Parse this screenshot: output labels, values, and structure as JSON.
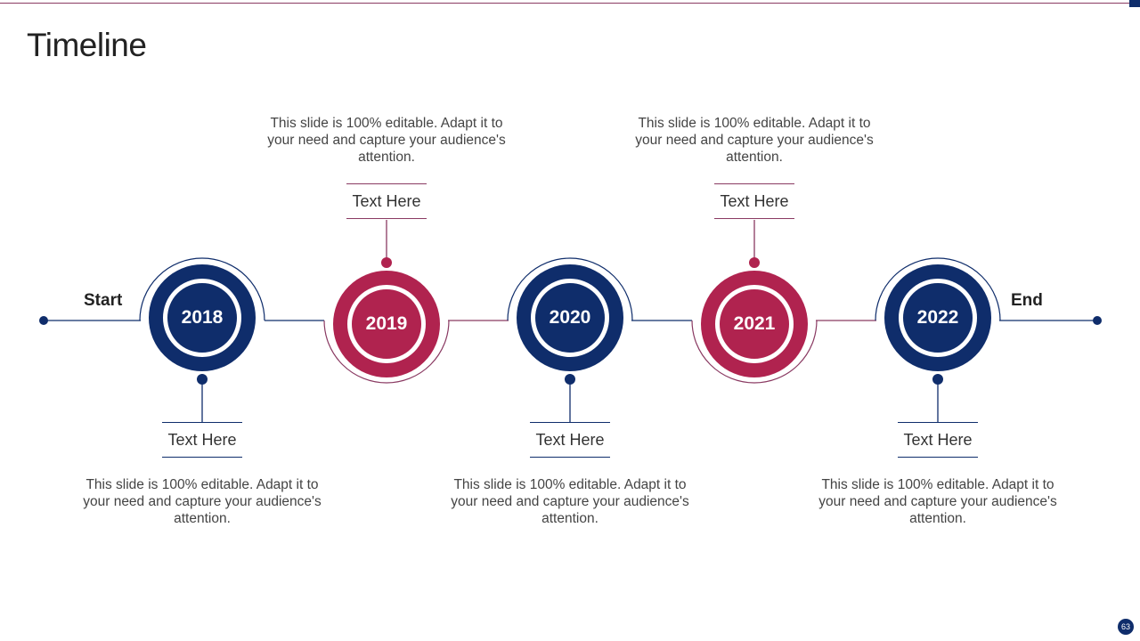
{
  "slide": {
    "title": "Timeline",
    "page_number": "63"
  },
  "colors": {
    "navy": "#0f2d6b",
    "crimson": "#b0234f",
    "crimson_line": "#8a3a62"
  },
  "start_label": "Start",
  "end_label": "End",
  "milestones": [
    {
      "year": "2018",
      "label": "Text Here",
      "desc": "This slide is 100% editable. Adapt it to your need and capture your audience's attention.",
      "color": "navy"
    },
    {
      "year": "2019",
      "label": "Text Here",
      "desc": "This slide is 100% editable. Adapt it to your need and capture your audience's attention.",
      "color": "crimson"
    },
    {
      "year": "2020",
      "label": "Text Here",
      "desc": "This slide is 100% editable. Adapt it to your need and capture your audience's attention.",
      "color": "navy"
    },
    {
      "year": "2021",
      "label": "Text Here",
      "desc": "This slide is 100% editable. Adapt it to your need and capture your audience's attention.",
      "color": "crimson"
    },
    {
      "year": "2022",
      "label": "Text Here",
      "desc": "This slide is 100% editable. Adapt it to your need and capture your audience's attention.",
      "color": "navy"
    }
  ]
}
